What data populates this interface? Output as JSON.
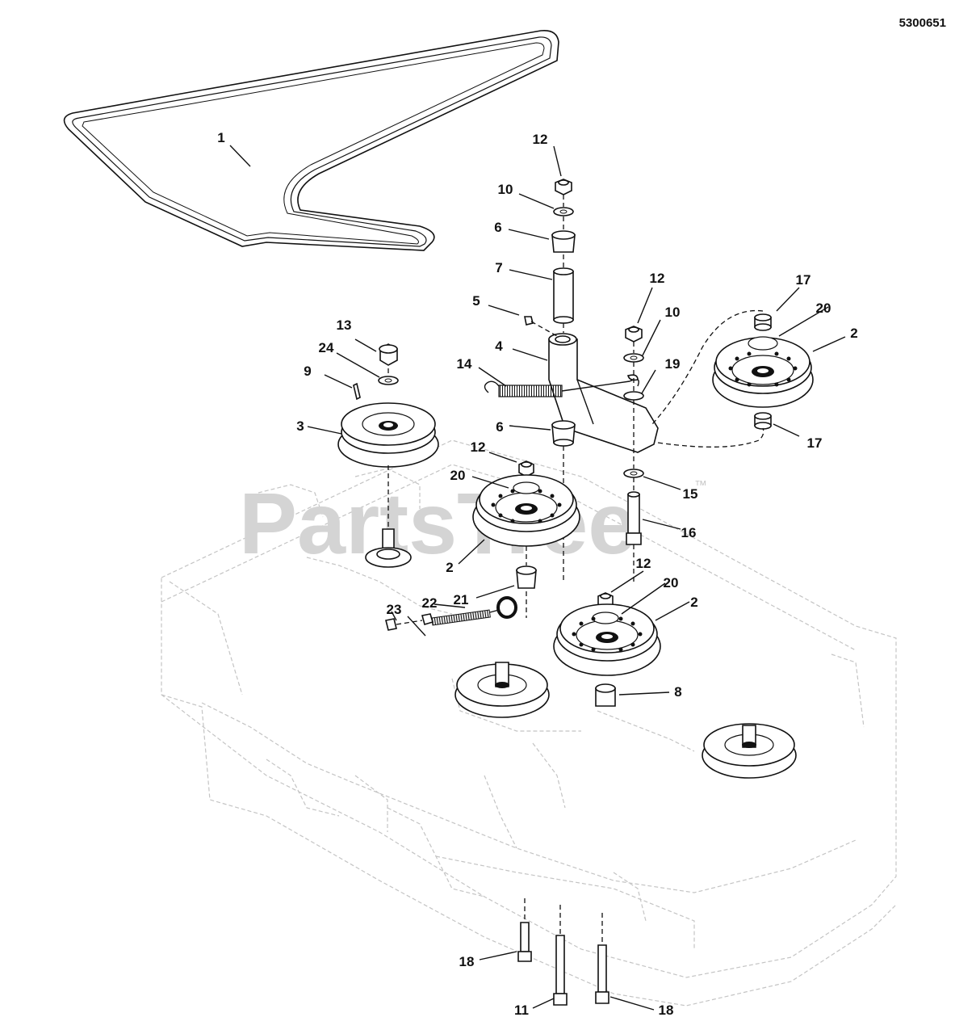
{
  "document_number": "5300651",
  "watermark": {
    "text": "PartsTree",
    "trademark": "™"
  },
  "callouts": {
    "c1": "1",
    "c2a": "2",
    "c2b": "2",
    "c2c": "2",
    "c3": "3",
    "c4": "4",
    "c5": "5",
    "c6a": "6",
    "c6b": "6",
    "c7": "7",
    "c8": "8",
    "c9": "9",
    "c10a": "10",
    "c10b": "10",
    "c11": "11",
    "c12a": "12",
    "c12b": "12",
    "c12c": "12",
    "c12d": "12",
    "c13": "13",
    "c14": "14",
    "c15": "15",
    "c16": "16",
    "c17a": "17",
    "c17b": "17",
    "c18a": "18",
    "c18b": "18",
    "c19": "19",
    "c20a": "20",
    "c20b": "20",
    "c20c": "20",
    "c21": "21",
    "c22": "22",
    "c23": "23",
    "c24": "24"
  }
}
